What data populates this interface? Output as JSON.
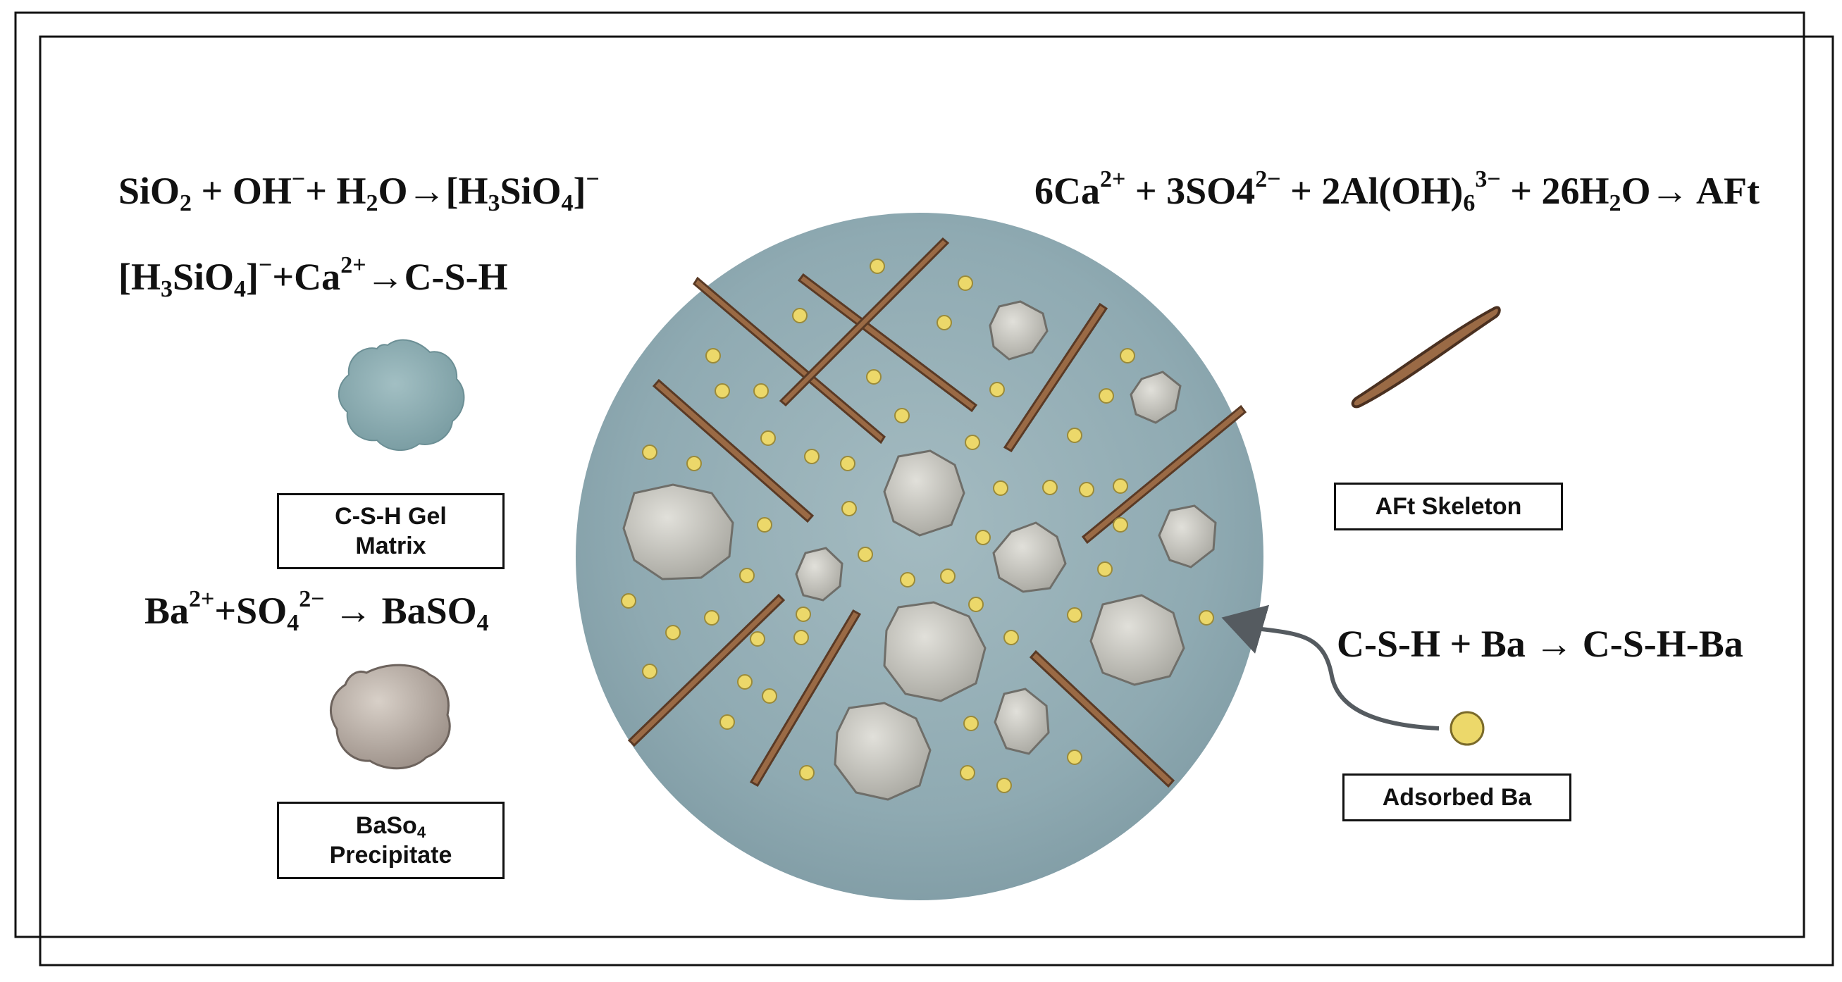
{
  "equations": {
    "silica_dissolution": {
      "a": "SiO",
      "a_sub": "2",
      "b": " + OH",
      "b_sup": "−",
      "c": "+ H",
      "c_sub": "2",
      "d": "O→[H",
      "d_sub": "3",
      "e": "SiO",
      "e_sub": "4",
      "f": "]",
      "f_sup": "−"
    },
    "csh_formation": {
      "a": "[H",
      "a_sub": "3",
      "b": "SiO",
      "b_sub": "4",
      "c": "]",
      "c_sup": "−",
      "d": "+Ca",
      "d_sup": "2+",
      "e": "→C-S-H"
    },
    "baso4_formation": {
      "a": "Ba",
      "a_sup": "2+",
      "b": "+SO",
      "b_sub": "4",
      "b_sup": "2−",
      "c": " → BaSO",
      "c_sub": "4"
    },
    "aft_formation": {
      "a": "6Ca",
      "a_sup": "2+",
      "b": " + 3SO4",
      "b_sup": "2−",
      "c": " + 2Al(OH)",
      "c_sub": "6",
      "c_sup": "3−",
      "d": " + 26H",
      "d_sub": "2",
      "e": "O→ AFt"
    },
    "ba_adsorption": "C-S-H + Ba → C-S-H-Ba"
  },
  "labels": {
    "csh_gel_line1": "C-S-H Gel",
    "csh_gel_line2": "Matrix",
    "baso4_line1": "BaSo",
    "baso4_line1_sub": "4",
    "baso4_line2": "Precipitate",
    "aft_skeleton": "AFt Skeleton",
    "adsorbed_ba": "Adsorbed Ba"
  },
  "colors": {
    "matrix": "#8faab2",
    "matrix_light": "#a9c0c6",
    "aft_fill": "#9a6a45",
    "aft_stroke": "#5a3a25",
    "particle": "#c8c6bd",
    "particle_stroke": "#6f6e69",
    "ba_dot": "#ecd86a",
    "ba_dot_stroke": "#9a8a3a",
    "arrow": "#555b60",
    "baso4": "#b8aea6"
  }
}
